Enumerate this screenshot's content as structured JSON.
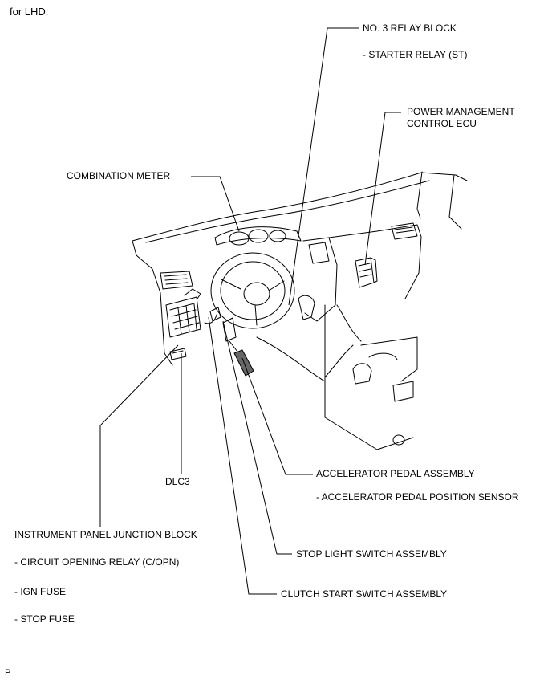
{
  "header": {
    "title": "for LHD:"
  },
  "labels": {
    "relay_block": "NO. 3 RELAY BLOCK",
    "starter_relay": "- STARTER RELAY (ST)",
    "pm_ecu_line1": "POWER MANAGEMENT",
    "pm_ecu_line2": "CONTROL ECU",
    "combination_meter": "COMBINATION METER",
    "accelerator_pedal": "ACCELERATOR PEDAL ASSEMBLY",
    "accelerator_sensor": "- ACCELERATOR PEDAL POSITION SENSOR",
    "dlc3": "DLC3",
    "ipjb": "INSTRUMENT PANEL JUNCTION BLOCK",
    "circuit_opening_relay": "- CIRCUIT OPENING RELAY (C/OPN)",
    "ign_fuse": "- IGN FUSE",
    "stop_fuse": "- STOP FUSE",
    "stop_light_switch": "STOP LIGHT SWITCH ASSEMBLY",
    "clutch_switch": "CLUTCH START SWITCH ASSEMBLY"
  },
  "footer": {
    "code": "P"
  }
}
